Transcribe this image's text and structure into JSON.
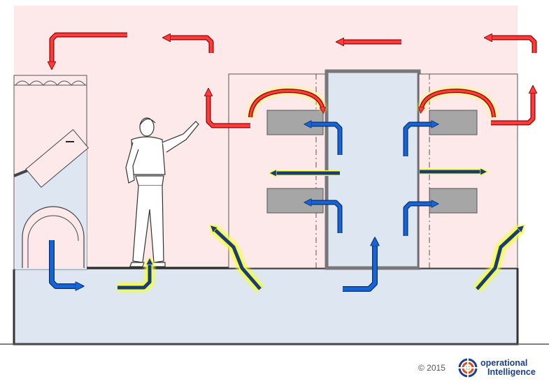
{
  "footer": {
    "copyright": "© 2015",
    "brand_line1": "operational",
    "brand_line2": "Intelligence"
  },
  "colors": {
    "hot_air": "#ff3b3b",
    "cold_air": "#1565d8",
    "room_fill": "#fde9ea",
    "floor_fill": "#dde6f1",
    "glow": "#f2ff3a",
    "server": "#a6a6a6"
  },
  "icons": {
    "cooling_unit": "crah-unit-icon",
    "technician": "person-pointing-icon",
    "logo": "target-logo-icon"
  }
}
